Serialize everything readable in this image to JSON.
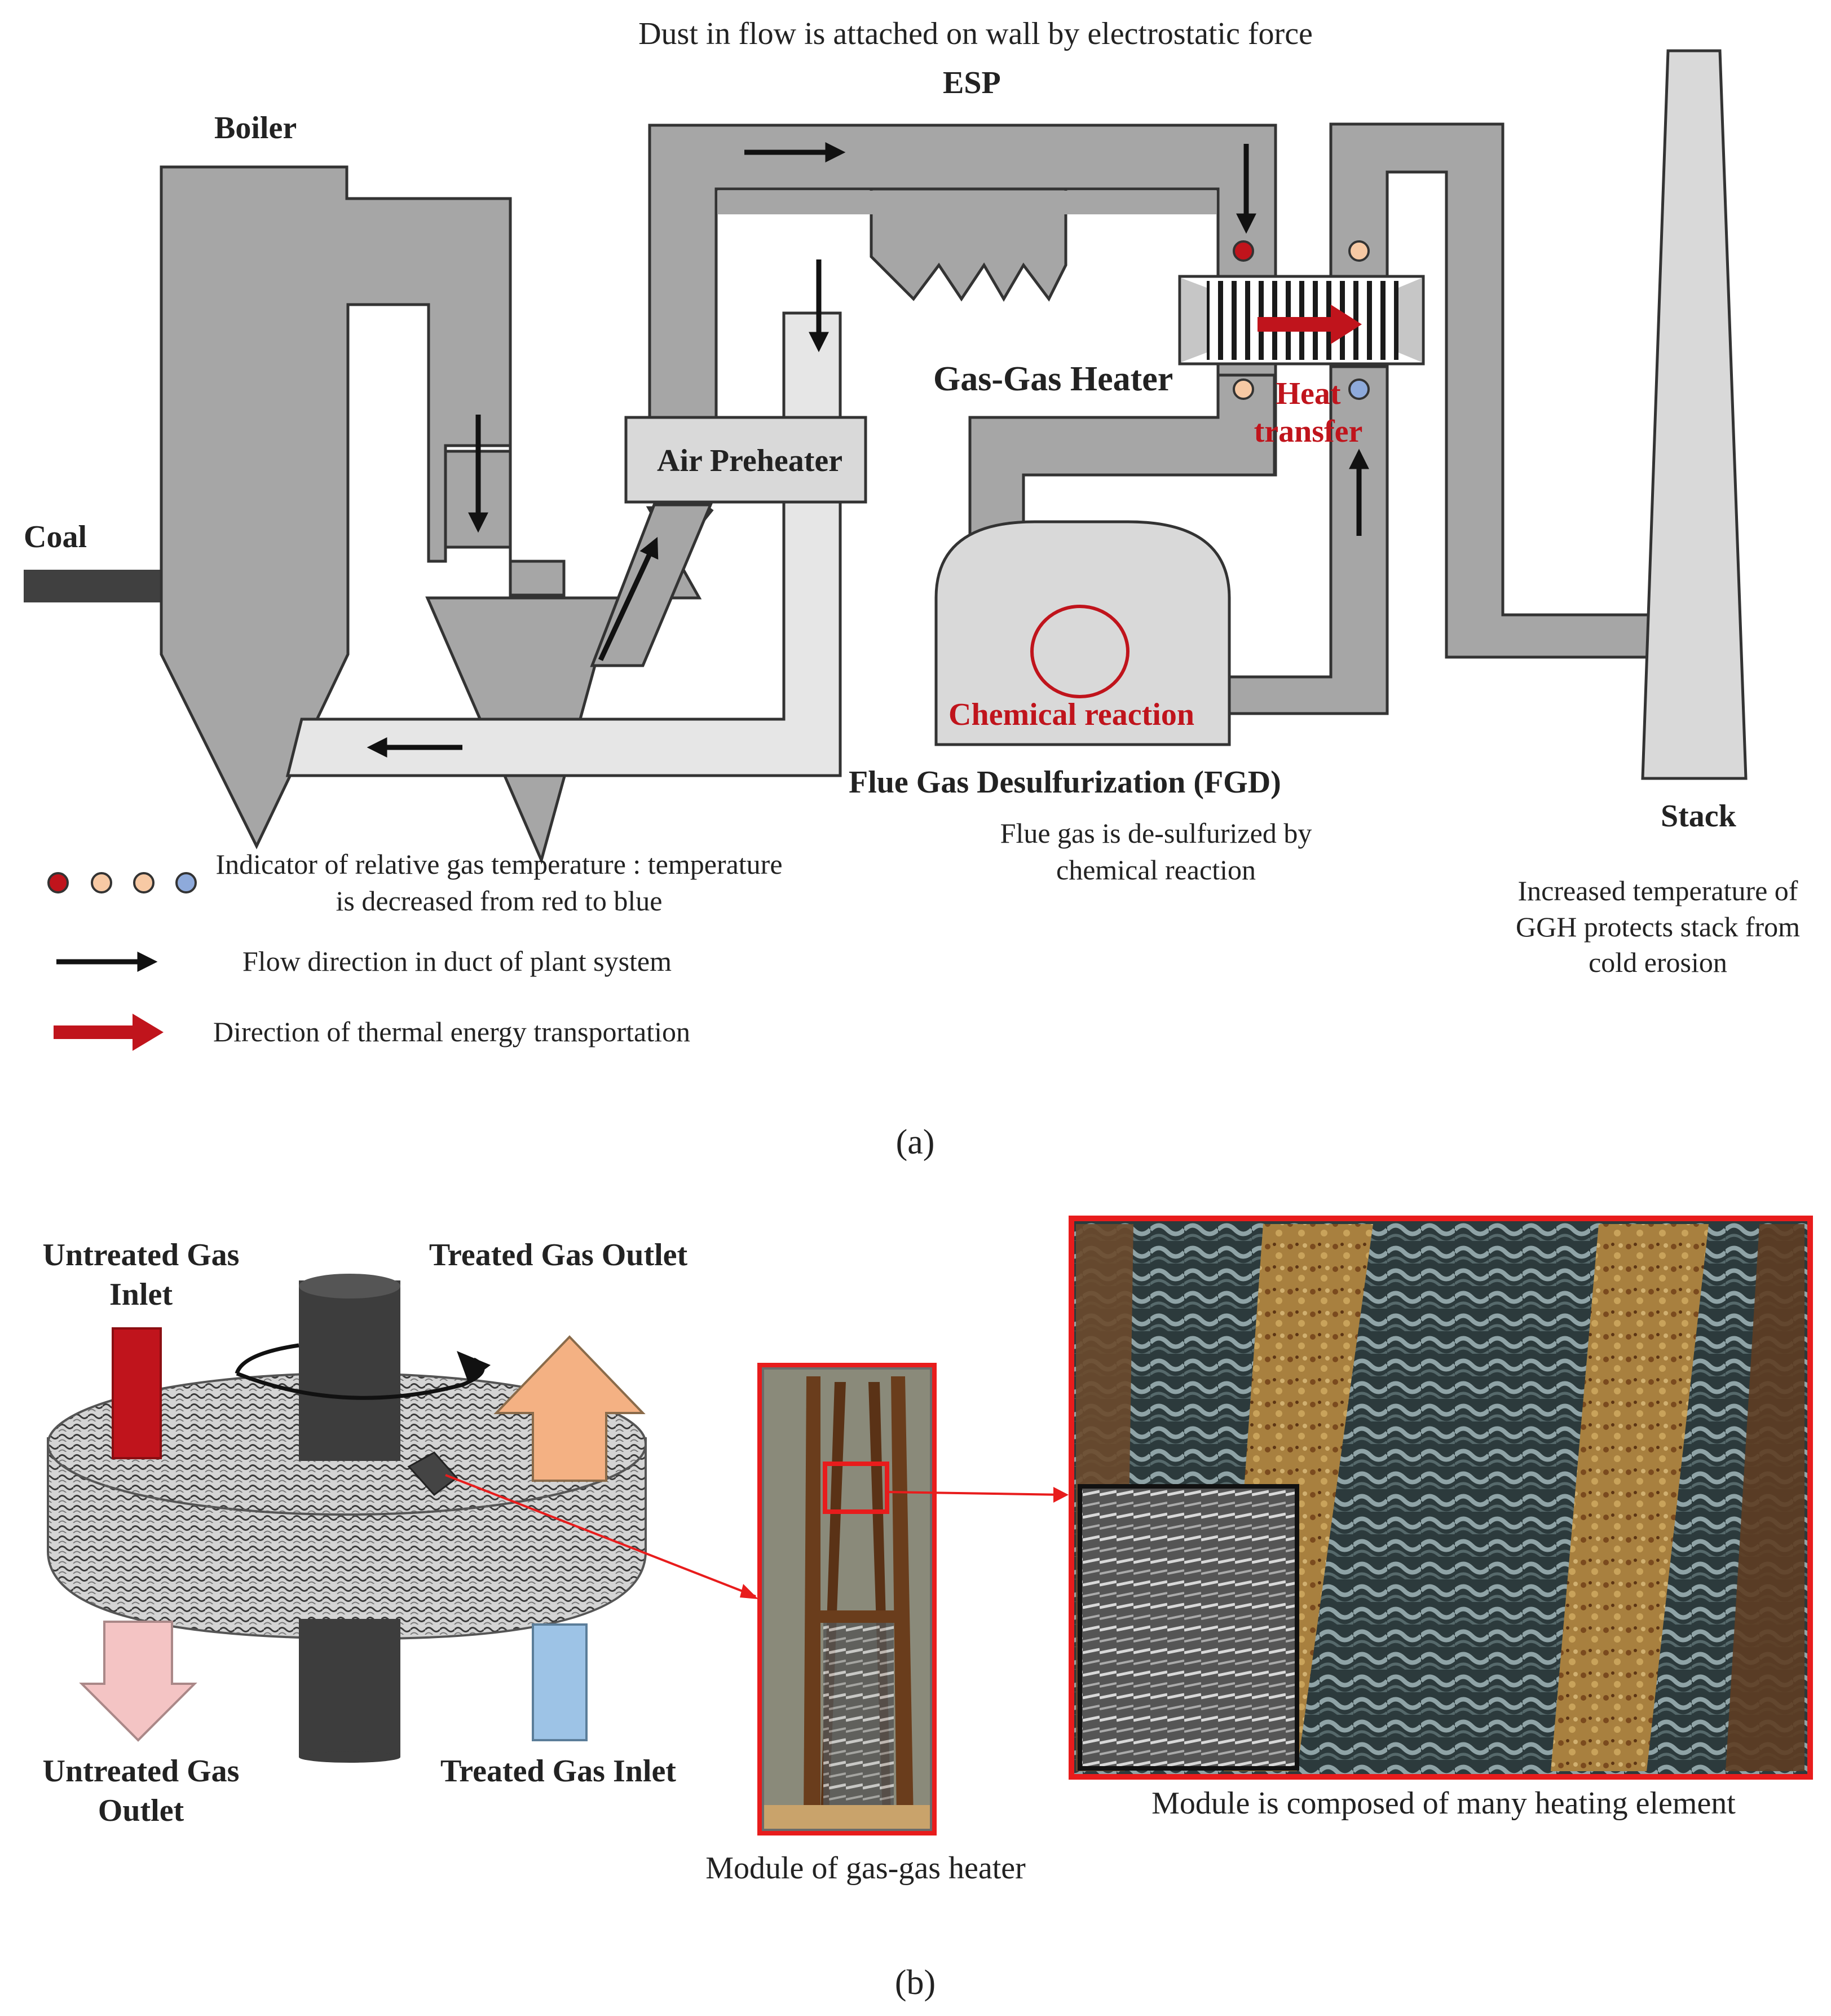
{
  "panel_a": {
    "caption_text": "(a)",
    "esp_note": "Dust in flow is attached on wall by electrostatic force",
    "labels": {
      "boiler": "Boiler",
      "esp": "ESP",
      "coal": "Coal",
      "air_preheater": "Air Preheater",
      "gas_gas_heater": "Gas-Gas Heater",
      "heat_transfer": "Heat transfer",
      "chemical_reaction": "Chemical reaction",
      "fgd": "Flue Gas Desulfurization (FGD)",
      "fgd_note": "Flue gas is de-sulfurized by chemical reaction",
      "stack": "Stack",
      "stack_note": "Increased temperature of GGH protects stack from cold erosion"
    },
    "legend": {
      "temperature_indicator": "Indicator of relative gas temperature : temperature is decreased from red to blue",
      "flow_direction": "Flow direction in duct of plant system",
      "thermal_direction": "Direction of thermal energy transportation"
    },
    "colors": {
      "duct_gray": "#a6a6a6",
      "light_duct": "#e6e6e6",
      "dot_red": "#c0141c",
      "dot_peach": "#f7c9a4",
      "dot_blue": "#8eaadb",
      "heat_arrow": "#c0141c"
    }
  },
  "panel_b": {
    "caption_text": "(b)",
    "labels": {
      "untreated_inlet": "Untreated Gas Inlet",
      "treated_outlet": "Treated Gas Outlet",
      "untreated_outlet": "Untreated Gas Outlet",
      "treated_inlet": "Treated Gas Inlet",
      "module_caption": "Module of gas-gas heater",
      "element_caption": "Module is composed of many heating element"
    },
    "colors": {
      "untreated_inlet_arrow": "#c0141c",
      "treated_outlet_arrow": "#f4b183",
      "untreated_outlet_arrow": "#f4c4c4",
      "treated_inlet_arrow": "#9dc3e6",
      "photo_frame": "#e81c1c"
    }
  }
}
